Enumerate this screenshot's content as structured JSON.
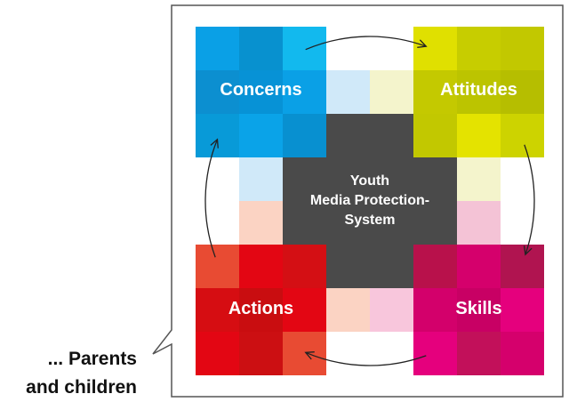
{
  "diagram": {
    "center": {
      "lines": [
        "Youth",
        "Media Protection-",
        "System"
      ],
      "color": "#4a4a4a"
    },
    "quadrants": [
      {
        "key": "concerns",
        "label": "Concerns",
        "colors": [
          "#0aa0e6",
          "#0891cf",
          "#12b9ee",
          "#0c8fd0",
          "#0792d6",
          "#0aa0e6",
          "#089ad8",
          "#0aa3e8",
          "#0890d0"
        ]
      },
      {
        "key": "attitudes",
        "label": "Attitudes",
        "colors": [
          "#e0e000",
          "#c7cd00",
          "#c2c800",
          "#c4c900",
          "#bcc400",
          "#b6be00",
          "#c2c800",
          "#e4e300",
          "#cdd300"
        ]
      },
      {
        "key": "actions",
        "label": "Actions",
        "colors": [
          "#e84b33",
          "#e30613",
          "#d40f14",
          "#d60d12",
          "#c90d10",
          "#e30613",
          "#e30613",
          "#cc0f12",
          "#e84b33"
        ]
      },
      {
        "key": "skills",
        "label": "Skills",
        "colors": [
          "#b8114b",
          "#d5006c",
          "#b01450",
          "#d3006b",
          "#c80064",
          "#e5007d",
          "#e5007d",
          "#c2105a",
          "#d5006c"
        ]
      }
    ],
    "pastels": {
      "top": [
        "#d0e9f9",
        "#f4f4cc"
      ],
      "left": [
        "#d0e9f9",
        "#fbd3c3"
      ],
      "right": [
        "#f4f4cc",
        "#f4c3d6"
      ],
      "bottom": [
        "#fbd3c3",
        "#f8c6dc"
      ]
    }
  },
  "side_text": {
    "line1": "... Parents",
    "line2": "and children"
  },
  "colors": {
    "frame": "#555555",
    "arrow": "#222222",
    "text": "#111111"
  }
}
